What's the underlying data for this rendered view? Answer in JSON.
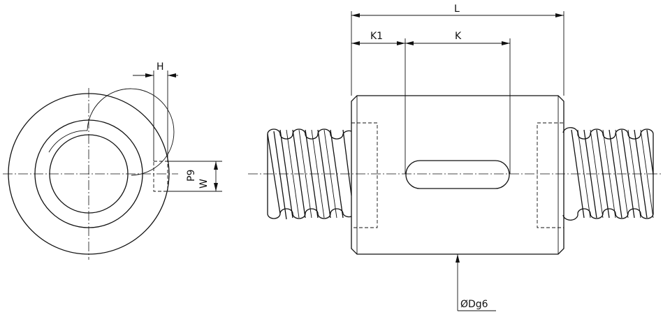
{
  "labels": {
    "L": "L",
    "K1": "K1",
    "K": "K",
    "H": "H",
    "P9": "P9",
    "W": "W",
    "diameter": "ØDg6"
  }
}
